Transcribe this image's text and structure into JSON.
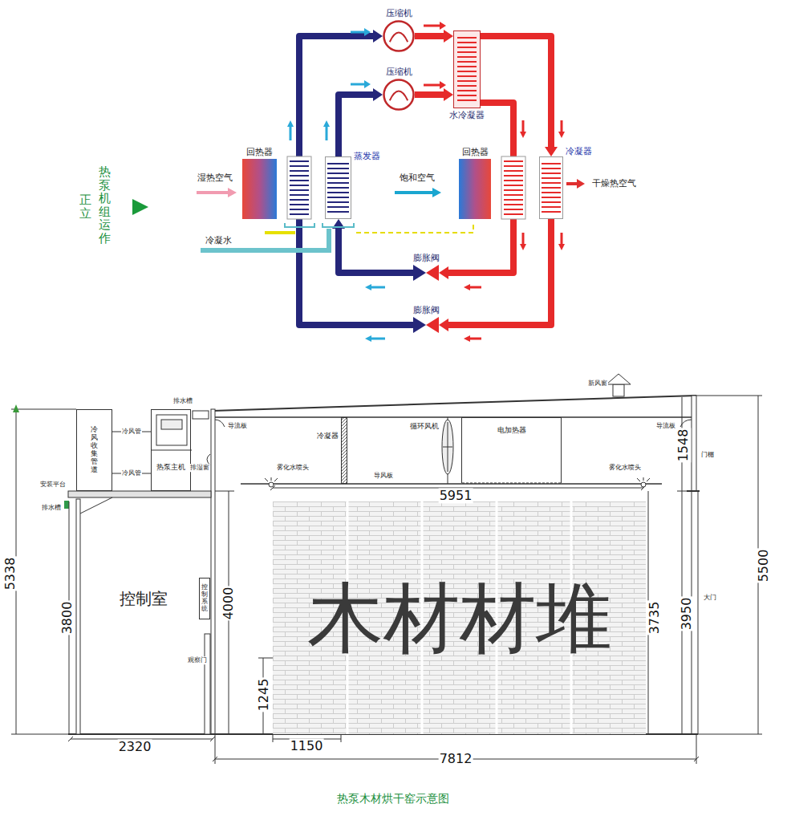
{
  "diagram": {
    "caption": "热泵木材烘干窑示意图",
    "nodes": [
      {
        "text": [
          "压缩机"
        ]
      },
      {
        "text": [
          "压缩机"
        ]
      },
      {
        "text": [
          "水冷凝器"
        ]
      },
      {
        "text": [
          "回热器"
        ]
      },
      {
        "text": [
          "蒸发器"
        ]
      },
      {
        "text": [
          "回热器"
        ]
      },
      {
        "text": [
          "冷凝器"
        ]
      },
      {
        "text": [
          "膨胀阀"
        ]
      },
      {
        "text": [
          "膨胀阀"
        ]
      },
      {
        "text": [
          "冷风收集管道"
        ]
      },
      {
        "text": [
          "热泵主机"
        ]
      },
      {
        "text": [
          "冷凝器"
        ]
      },
      {
        "text": [
          "循环风机"
        ]
      },
      {
        "text": [
          "电加热器"
        ]
      },
      {
        "text": [
          "控制室"
        ]
      },
      {
        "text": [
          "控制系统"
        ],
        "in": 14
      },
      {
        "text": [
          "木材材堆"
        ]
      }
    ],
    "edges": [
      {
        "from": 0,
        "to": 2,
        "arrow": "to"
      },
      {
        "from": 1,
        "to": 2,
        "arrow": "to"
      },
      {
        "from": 2,
        "to": 6,
        "arrow": "to"
      },
      {
        "from": 6,
        "to": 8,
        "arrow": "to"
      },
      {
        "from": 8,
        "to": 0,
        "arrow": "to"
      },
      {
        "from": 2,
        "to": 7,
        "arrow": "to"
      },
      {
        "from": 7,
        "to": 4,
        "arrow": "to"
      },
      {
        "from": 4,
        "to": 1,
        "arrow": "to"
      },
      {
        "from": 9,
        "to": 10,
        "label": "冷风管",
        "arrow": "none"
      },
      {
        "from": 9,
        "to": 10,
        "label": "冷风管",
        "arrow": "none"
      }
    ],
    "labels": [
      "热泵机组运作",
      "正立",
      "湿热空气",
      "饱和空气",
      "干燥热空气",
      "冷凝水",
      "新风窗",
      "排水槽",
      "导流板",
      "导流板",
      "排湿窗",
      "门楣",
      "5951",
      "1548",
      "安装平台",
      "排水槽",
      "雾化水喷头",
      "雾化水喷头",
      "导风板",
      "5338",
      "5500",
      "3800",
      "4000",
      "3735",
      "3950",
      "大门",
      "观察门",
      "1245",
      "1150",
      "2320",
      "7812"
    ]
  }
}
